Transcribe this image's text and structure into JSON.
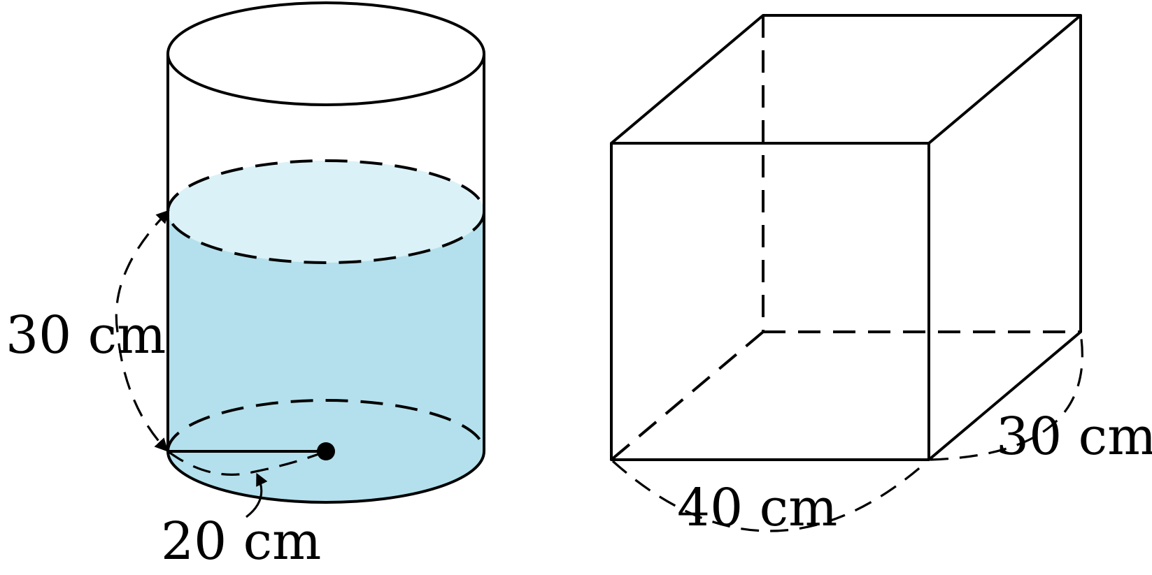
{
  "colors": {
    "water_side": "#b3e0ec",
    "water_surface": "#daf1f7",
    "line": "#000000",
    "background": "#ffffff"
  },
  "cylinder": {
    "height_label": "30 cm",
    "radius_label": "20 cm"
  },
  "cuboid": {
    "length_label": "40 cm",
    "width_label": "30 cm"
  }
}
